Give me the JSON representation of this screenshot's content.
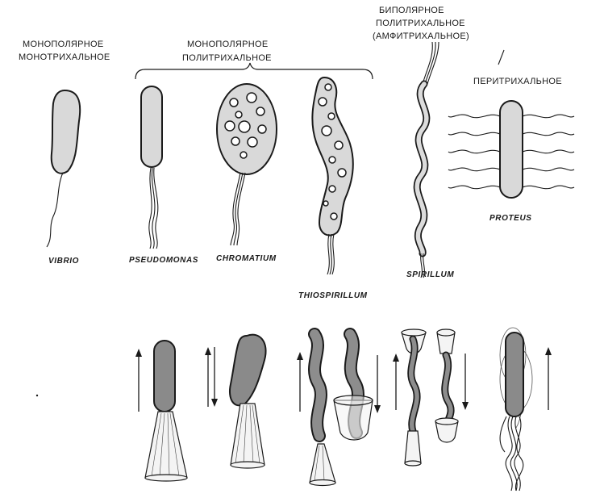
{
  "headings": {
    "monopolar_mono": [
      "МОНОПОЛЯРНОЕ",
      "МОНОТРИХАЛЬНОЕ"
    ],
    "monopolar_poly": [
      "МОНОПОЛЯРНОЕ",
      "ПОЛИТРИХАЛЬНОЕ"
    ],
    "bipolar_poly": [
      "БИПОЛЯРНОЕ",
      "ПОЛИТРИХАЛЬНОЕ",
      "(АМФИТРИХАЛЬНОЕ)"
    ],
    "peritrichous": "ПЕРИТРИХАЛЬНОЕ"
  },
  "species": {
    "vibrio": "VIBRIO",
    "pseudomonas": "PSEUDOMONAS",
    "chromatium": "CHROMATIUM",
    "thiospirillum": "THIOSPIRILLUM",
    "spirillum": "SPIRILLUM",
    "proteus": "PROTEUS"
  },
  "colors": {
    "ink": "#1a1a1a",
    "cell_fill": "#d9d9d9",
    "cell_dark": "#8a8a8a"
  }
}
